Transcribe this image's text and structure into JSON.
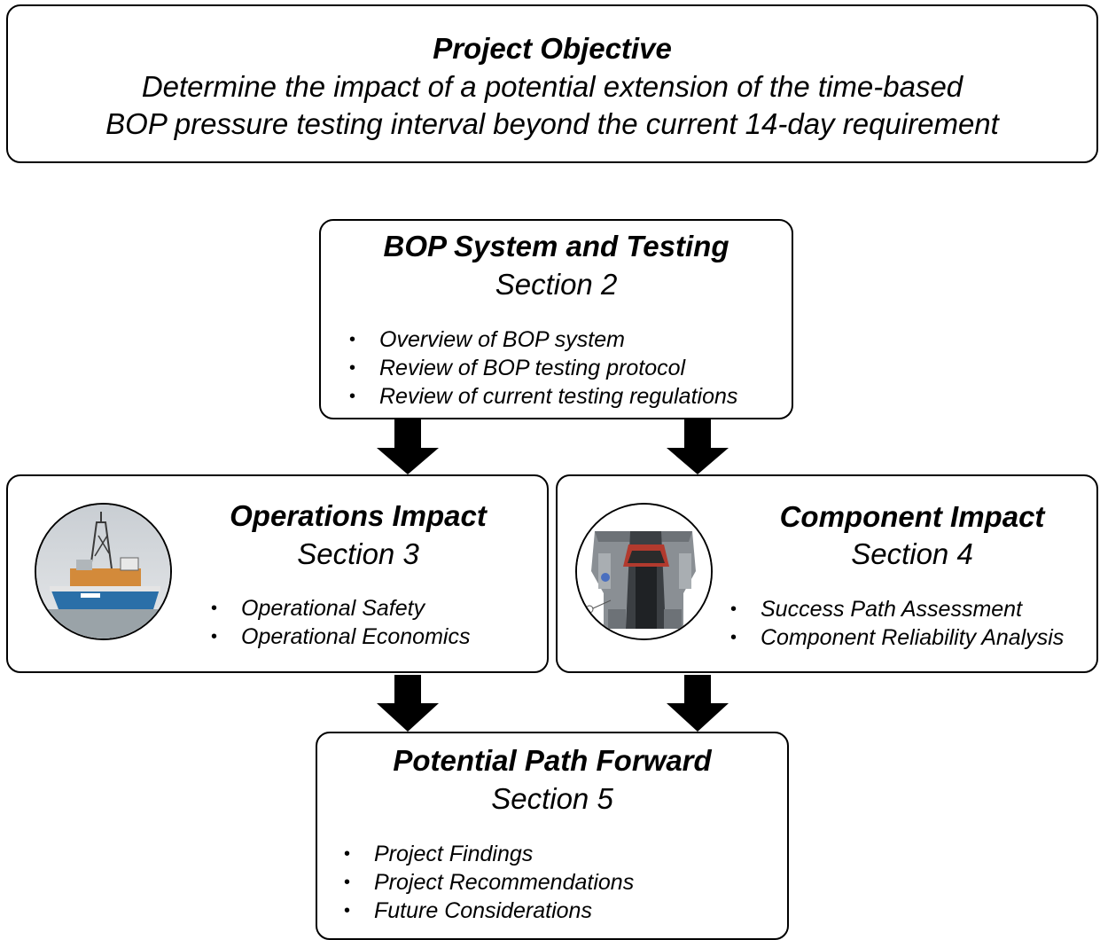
{
  "objective": {
    "title": "Project Objective",
    "line1": "Determine the impact of a potential extension of the time-based",
    "line2": "BOP pressure testing interval beyond the current 14-day requirement"
  },
  "bop_box": {
    "title": "BOP System and Testing",
    "section": "Section 2",
    "bullets": [
      "Overview of BOP system",
      "Review of BOP testing protocol",
      "Review of current testing regulations"
    ]
  },
  "operations_box": {
    "title": "Operations Impact",
    "section": "Section 3",
    "bullets": [
      "Operational Safety",
      "Operational Economics"
    ],
    "image_icon": "drillship-photo"
  },
  "component_box": {
    "title": "Component Impact",
    "section": "Section 4",
    "bullets": [
      "Success Path Assessment",
      "Component Reliability Analysis"
    ],
    "image_icon": "bop-cutaway-photo"
  },
  "path_box": {
    "title": "Potential Path Forward",
    "section": "Section 5",
    "bullets": [
      "Project Findings",
      "Project Recommendations",
      "Future Considerations"
    ]
  }
}
